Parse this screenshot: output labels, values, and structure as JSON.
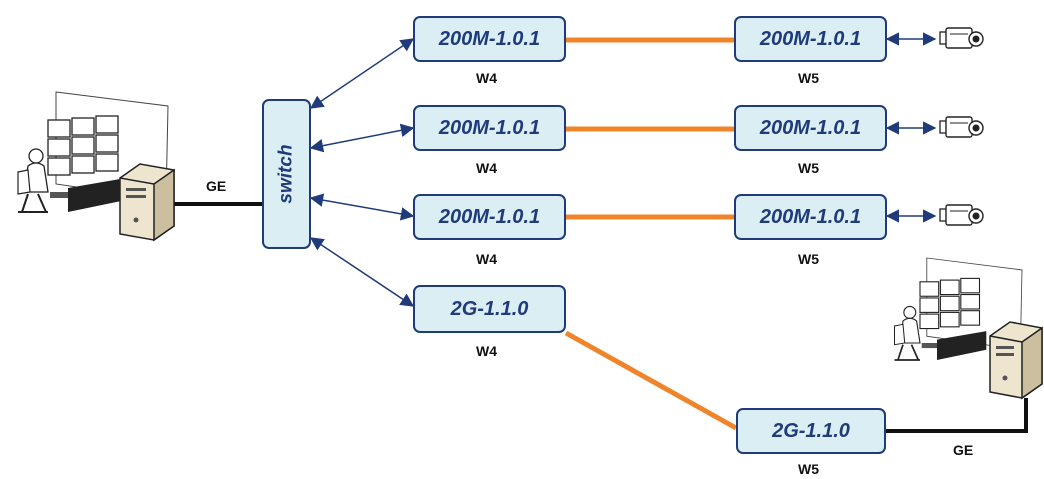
{
  "switch": {
    "label": "switch"
  },
  "devices": [
    {
      "label": "200M-1.0.1",
      "sublabel": "W4"
    },
    {
      "label": "200M-1.0.1",
      "sublabel": "W5"
    },
    {
      "label": "200M-1.0.1",
      "sublabel": "W4"
    },
    {
      "label": "200M-1.0.1",
      "sublabel": "W5"
    },
    {
      "label": "200M-1.0.1",
      "sublabel": "W4"
    },
    {
      "label": "200M-1.0.1",
      "sublabel": "W5"
    },
    {
      "label": "2G-1.1.0",
      "sublabel": "W4"
    },
    {
      "label": "2G-1.1.0",
      "sublabel": "W5"
    }
  ],
  "links": {
    "left_ge_label": "GE",
    "right_ge_label": "GE"
  },
  "icons": [
    "operator-workstation-icon",
    "server-tower-icon",
    "security-camera-icon"
  ],
  "colors": {
    "box_fill": "#dbeef4",
    "box_border": "#1f3b7a",
    "arrow": "#1f3b7a",
    "wireless_link": "#f0842b",
    "wired_link": "#111111"
  }
}
